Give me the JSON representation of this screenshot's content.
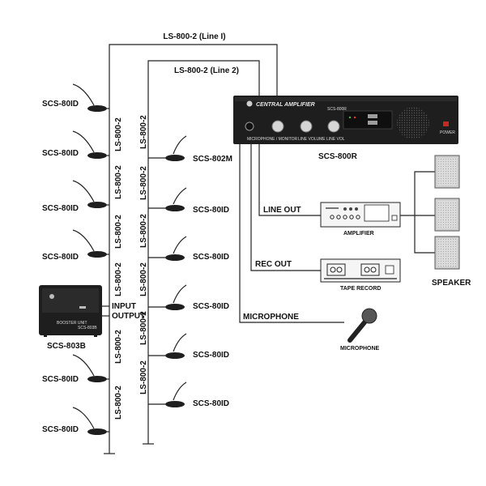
{
  "cables": {
    "line1": "LS-800-2  (Line I)",
    "line2": "LS-800-2  (Line 2)",
    "segment": "LS-800-2"
  },
  "left_column": {
    "units": [
      "SCS-80ID",
      "SCS-80ID",
      "SCS-80ID",
      "SCS-80ID",
      "SCS-80ID",
      "SCS-80ID"
    ],
    "booster": "SCS-803B",
    "booster_front": "BOOSTER UNIT",
    "booster_model": "SCS-803B",
    "input": "INPUT",
    "output": "OUTPUT"
  },
  "right_column": {
    "units": [
      "SCS-802M",
      "SCS-80ID",
      "SCS-80ID",
      "SCS-80ID",
      "SCS-80ID",
      "SCS-80ID"
    ]
  },
  "central": {
    "brand": "CENTRAL AMPLIFIER",
    "model_plate": "SCS-800R",
    "label": "SCS-800R",
    "knob_labels": [
      "MICROPHONE / MONITOR",
      "LINE VOLUME",
      "LINE VOL"
    ],
    "power": "POWER"
  },
  "outputs": {
    "line_out": "LINE OUT",
    "rec_out": "REC OUT",
    "microphone_line": "MICROPHONE"
  },
  "devices": {
    "amplifier": "AMPLIFIER",
    "tape_record": "TAPE RECORD",
    "microphone": "MICROPHONE",
    "speaker": "SPEAKER"
  },
  "colors": {
    "device_dark": "#1e1e1e",
    "line": "#222222",
    "speaker_face": "#d9d9d9"
  }
}
